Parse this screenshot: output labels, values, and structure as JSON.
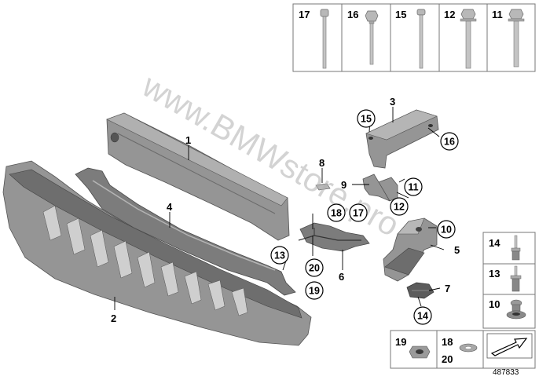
{
  "watermark": "www.BMWstore.pro",
  "image_number": "487833",
  "main_labels": [
    "1",
    "2",
    "3",
    "4",
    "5",
    "6",
    "7",
    "8",
    "9"
  ],
  "circled_labels": [
    "10",
    "11",
    "12",
    "13",
    "14",
    "15",
    "16",
    "17",
    "18",
    "19",
    "20"
  ],
  "top_panel": [
    "17",
    "16",
    "15",
    "12",
    "11"
  ],
  "right_panel": [
    "14",
    "13",
    "10"
  ],
  "bottom_panel": [
    "19",
    "18",
    "20"
  ]
}
